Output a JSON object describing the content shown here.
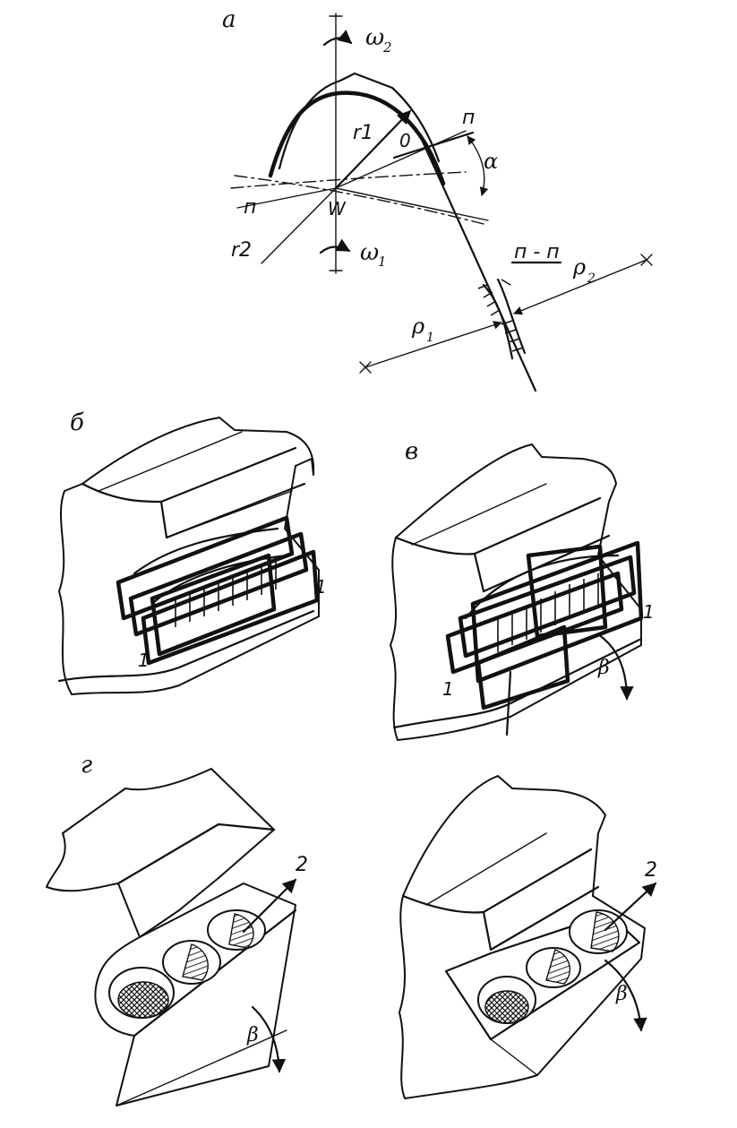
{
  "panels": {
    "a": {
      "label": "а",
      "omega_top": "ω",
      "omega_top_sub": "2",
      "omega_bottom": "ω",
      "omega_bottom_sub": "1",
      "r1": "r1",
      "r2": "r2",
      "point_O": "0",
      "point_W": "W",
      "normal_n_left": "п",
      "normal_n_right": "п",
      "alpha": "α",
      "section": "п - п",
      "rho1": "ρ",
      "rho1_sub": "1",
      "rho2": "ρ",
      "rho2_sub": "2"
    },
    "b": {
      "label": "б",
      "mark_left": "1",
      "mark_right": "1"
    },
    "v": {
      "label": "в",
      "mark_left": "1",
      "mark_right": "1",
      "beta": "β"
    },
    "g": {
      "label": "г",
      "mark_2_left": "2",
      "beta_left": "β",
      "mark_2_right": "2",
      "beta_right": "β"
    }
  }
}
